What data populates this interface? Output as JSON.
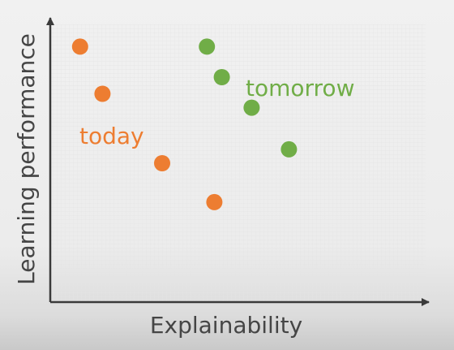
{
  "chart_data": {
    "type": "scatter",
    "xlabel": "Explainability",
    "ylabel": "Learning performance",
    "grid": true,
    "xlim": [
      0,
      10
    ],
    "ylim": [
      0,
      10
    ],
    "series": [
      {
        "name": "today",
        "color": "#ed7d31",
        "points": [
          {
            "x": 0.8,
            "y": 9.2
          },
          {
            "x": 1.4,
            "y": 7.5
          },
          {
            "x": 3.0,
            "y": 5.0
          },
          {
            "x": 4.4,
            "y": 3.6
          }
        ]
      },
      {
        "name": "tomorrow",
        "color": "#70ad47",
        "points": [
          {
            "x": 4.2,
            "y": 9.2
          },
          {
            "x": 4.6,
            "y": 8.1
          },
          {
            "x": 5.4,
            "y": 7.0
          },
          {
            "x": 6.4,
            "y": 5.5
          }
        ]
      }
    ]
  }
}
